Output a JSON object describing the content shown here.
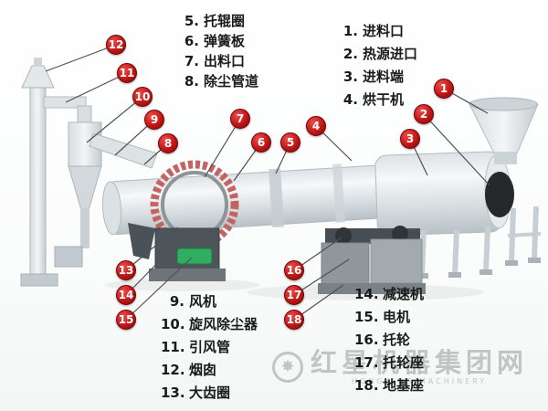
{
  "figure": {
    "type": "labeled-structure-diagram",
    "subject": "rotary dryer (烘干机) structure with numbered parts"
  },
  "labels": {
    "top_left": [
      {
        "num": "5.",
        "text": "托辊圈"
      },
      {
        "num": "6.",
        "text": "弹簧板"
      },
      {
        "num": "7.",
        "text": "出料口"
      },
      {
        "num": "8.",
        "text": "除尘管道"
      }
    ],
    "top_right": [
      {
        "num": "1.",
        "text": "进料口"
      },
      {
        "num": "2.",
        "text": "热源进口"
      },
      {
        "num": "3.",
        "text": "进料端"
      },
      {
        "num": "4.",
        "text": "烘干机"
      }
    ],
    "bottom_left": [
      {
        "num": "9.",
        "text": "风机"
      },
      {
        "num": "10.",
        "text": "旋风除尘器"
      },
      {
        "num": "11.",
        "text": "引风管"
      },
      {
        "num": "12.",
        "text": "烟囱"
      },
      {
        "num": "13.",
        "text": "大齿圈"
      }
    ],
    "bottom_right": [
      {
        "num": "14.",
        "text": "减速机"
      },
      {
        "num": "15.",
        "text": "电机"
      },
      {
        "num": "16.",
        "text": "托轮"
      },
      {
        "num": "17.",
        "text": "托轮座"
      },
      {
        "num": "18.",
        "text": "地基座"
      }
    ]
  },
  "callouts": [
    {
      "num": "1"
    },
    {
      "num": "2"
    },
    {
      "num": "3"
    },
    {
      "num": "4"
    },
    {
      "num": "5"
    },
    {
      "num": "6"
    },
    {
      "num": "7"
    },
    {
      "num": "8"
    },
    {
      "num": "9"
    },
    {
      "num": "10"
    },
    {
      "num": "11"
    },
    {
      "num": "12"
    },
    {
      "num": "13"
    },
    {
      "num": "14"
    },
    {
      "num": "15"
    },
    {
      "num": "16"
    },
    {
      "num": "17"
    },
    {
      "num": "18"
    }
  ],
  "watermark": {
    "title": "红星机器集团网",
    "subtitle": "HONGXING MACHINERY",
    "logo_glyph": "✸"
  },
  "colors": {
    "callout_red": "#c01616",
    "callout_red_dark": "#7d0606",
    "leader_line": "#4d5052",
    "label_text": "#1b1b1b",
    "machine_light": "#f6f8f9",
    "machine_mid": "#cfd6da",
    "machine_dark": "#4e555a",
    "motor_green": "#2fae62",
    "gear_ring_red": "#c46462",
    "watermark_gray": "#9a9a9a",
    "background": "#ffffff"
  }
}
